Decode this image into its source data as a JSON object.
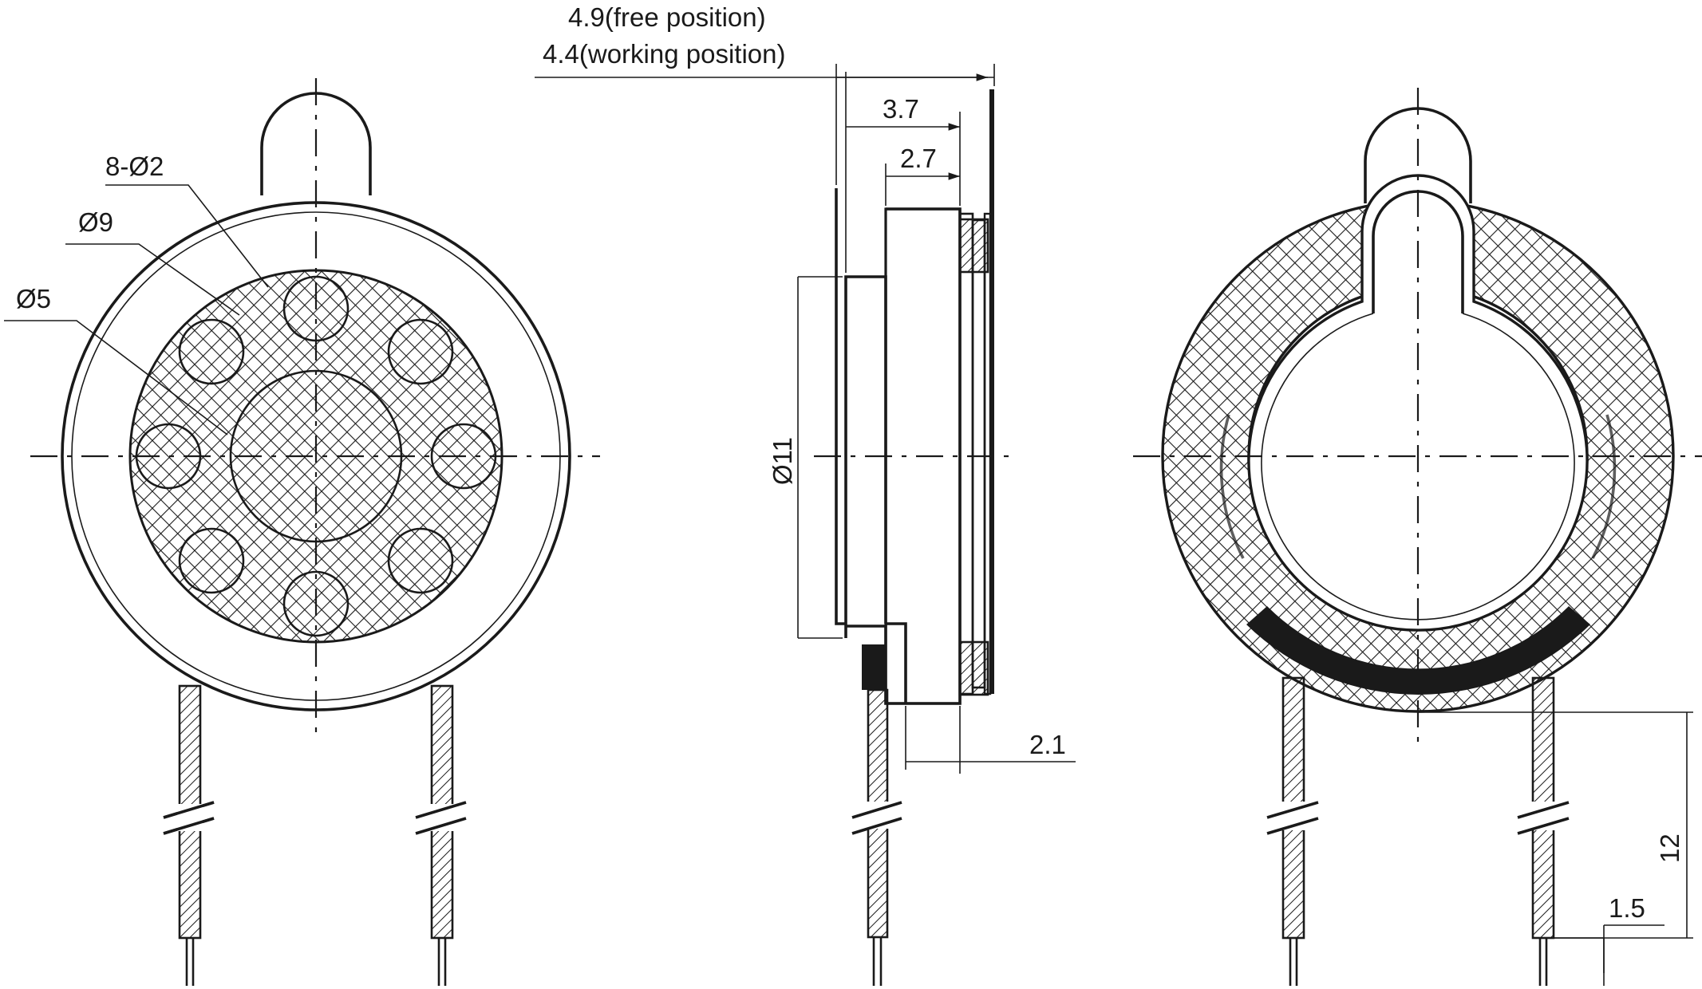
{
  "dimensions": {
    "free_position": "4.9(free position)",
    "working_position": "4.4(working position)",
    "depth_3_7": "3.7",
    "depth_2_7": "2.7",
    "holes": "8-Ø2",
    "inner_dia": "Ø9",
    "center_dia": "Ø5",
    "outer_dia": "Ø11",
    "offset_2_1": "2.1",
    "lead_length": "12",
    "lead_strip": "1.5"
  },
  "colors": {
    "line": "#1a1a1a",
    "background": "#ffffff"
  }
}
